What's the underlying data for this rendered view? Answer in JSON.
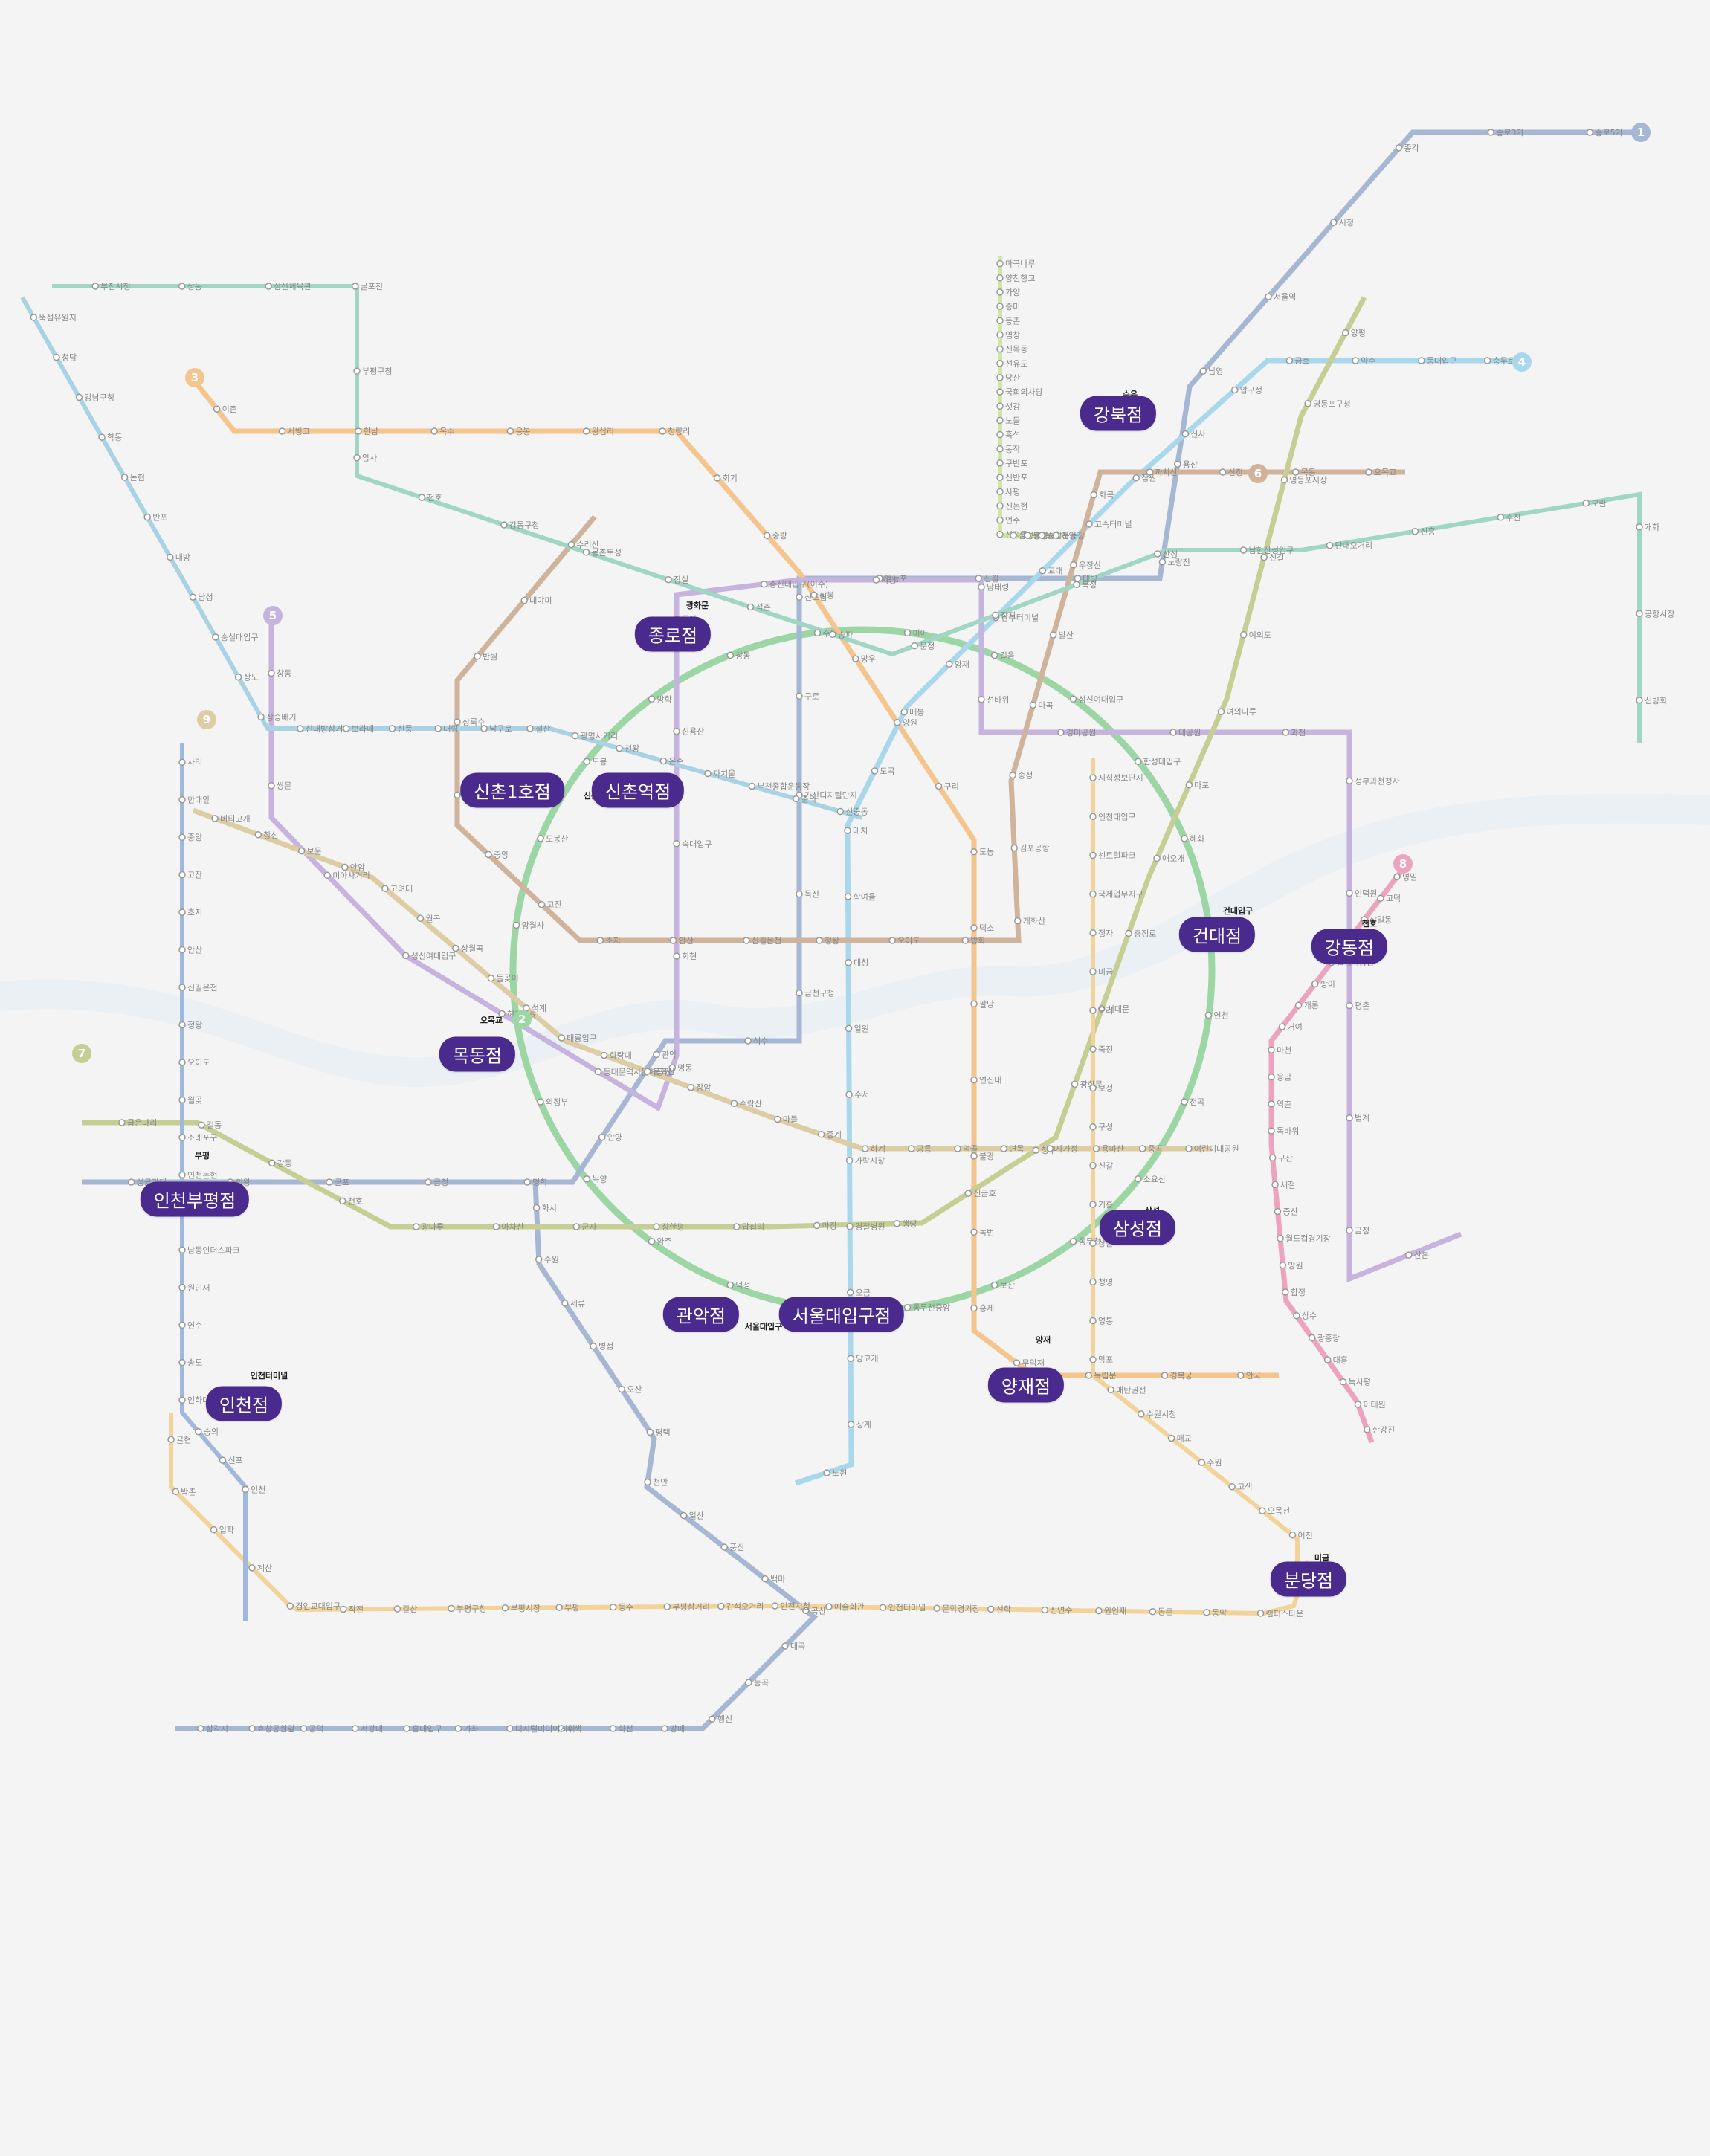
{
  "colors": {
    "line1": "#a6b7d3",
    "line2": "#9cd6a5",
    "line3": "#f5c58e",
    "line4": "#a9d8ec",
    "line5": "#c6b3de",
    "line6": "#cfb39b",
    "line7": "#c6ce93",
    "line8": "#eda3bf",
    "line9": "#dccda4",
    "airport": "#a9d3e4",
    "suin": "#f2d49a",
    "ui": "#cfe6a5",
    "gyeongui": "#9fd6c4",
    "branch_bg": "#4a2a8c",
    "background": "#f4f4f4"
  },
  "branches": [
    {
      "label": "강북점",
      "sub": "수유"
    },
    {
      "label": "종로점",
      "sub": "광화문"
    },
    {
      "label": "신촌1호점",
      "sub": ""
    },
    {
      "label": "신촌역점",
      "sub": "신촌"
    },
    {
      "label": "목동점",
      "sub": "오목교"
    },
    {
      "label": "건대점",
      "sub": "건대입구"
    },
    {
      "label": "강동점",
      "sub": "천호"
    },
    {
      "label": "인천부평점",
      "sub": "부평"
    },
    {
      "label": "삼성점",
      "sub": "삼성"
    },
    {
      "label": "관악점",
      "sub": ""
    },
    {
      "label": "서울대입구점",
      "sub": "서울대입구"
    },
    {
      "label": "양재점",
      "sub": "양재"
    },
    {
      "label": "인천점",
      "sub": "인천터미널"
    },
    {
      "label": "분당점",
      "sub": "미금"
    }
  ],
  "line_badges": [
    "1",
    "2",
    "3",
    "4",
    "5",
    "6",
    "7",
    "8",
    "9"
  ],
  "stations": [
    "연천",
    "전곡",
    "소요산",
    "동두천",
    "보산",
    "동두천중앙",
    "지행",
    "덕정",
    "양주",
    "녹양",
    "의정부",
    "회룡",
    "망월사",
    "도봉산",
    "도봉",
    "방학",
    "창동",
    "수유",
    "미아",
    "길음",
    "성신여대입구",
    "한성대입구",
    "혜화",
    "동대문",
    "종로5가",
    "종로3가",
    "종각",
    "시청",
    "서울역",
    "남영",
    "용산",
    "노량진",
    "대방",
    "신길",
    "영등포",
    "신도림",
    "구로",
    "가산디지털단지",
    "독산",
    "금천구청",
    "석수",
    "관악",
    "안양",
    "명학",
    "금정",
    "군포",
    "의왕",
    "성균관대",
    "화서",
    "수원",
    "세류",
    "병점",
    "오산",
    "평택",
    "천안",
    "일산",
    "풍산",
    "백마",
    "곡산",
    "대곡",
    "능곡",
    "행신",
    "강매",
    "화전",
    "수색",
    "디지털미디어시티",
    "가좌",
    "홍대입구",
    "서강대",
    "공덕",
    "효창공원앞",
    "삼각지",
    "이촌",
    "서빙고",
    "한남",
    "옥수",
    "응봉",
    "왕십리",
    "청량리",
    "회기",
    "중랑",
    "상봉",
    "망우",
    "양원",
    "구리",
    "도농",
    "덕소",
    "팔당",
    "연신내",
    "불광",
    "녹번",
    "홍제",
    "무악재",
    "독립문",
    "경복궁",
    "안국",
    "충무로",
    "동대입구",
    "약수",
    "금호",
    "압구정",
    "신사",
    "잠원",
    "고속터미널",
    "교대",
    "남부터미널",
    "양재",
    "매봉",
    "도곡",
    "대치",
    "학여울",
    "대청",
    "일원",
    "수서",
    "가락시장",
    "경찰병원",
    "오금",
    "당고개",
    "상계",
    "노원",
    "창동",
    "쌍문",
    "미아사거리",
    "성신여대입구",
    "혜화",
    "동대문역사문화공원",
    "명동",
    "회현",
    "숙대입구",
    "신용산",
    "동작",
    "총신대입구(이수)",
    "사당",
    "남태령",
    "선바위",
    "경마공원",
    "대공원",
    "과천",
    "정부과천청사",
    "인덕원",
    "평촌",
    "범계",
    "금정",
    "산본",
    "수리산",
    "대야미",
    "반월",
    "상록수",
    "한대앞",
    "중앙",
    "고잔",
    "초지",
    "안산",
    "신길온천",
    "정왕",
    "오이도",
    "방화",
    "개화산",
    "김포공항",
    "송정",
    "마곡",
    "발산",
    "우장산",
    "화곡",
    "까치산",
    "신정",
    "목동",
    "오목교",
    "양평",
    "영등포구청",
    "영등포시장",
    "신길",
    "여의도",
    "여의나루",
    "마포",
    "애오개",
    "충정로",
    "서대문",
    "광화문",
    "청구",
    "신금호",
    "행당",
    "마장",
    "답십리",
    "장한평",
    "군자",
    "아차산",
    "광나루",
    "천호",
    "강동",
    "길동",
    "굽은다리",
    "명일",
    "고덕",
    "상일동",
    "둔촌동",
    "올림픽공원",
    "방이",
    "개롱",
    "거여",
    "마천",
    "응암",
    "역촌",
    "독바위",
    "구산",
    "새절",
    "증산",
    "월드컵경기장",
    "망원",
    "합정",
    "상수",
    "광흥창",
    "대흥",
    "녹사평",
    "이태원",
    "한강진",
    "버티고개",
    "창신",
    "보문",
    "안암",
    "고려대",
    "월곡",
    "상월곡",
    "돌곶이",
    "석계",
    "태릉입구",
    "화랑대",
    "봉화산",
    "장암",
    "수락산",
    "마들",
    "중계",
    "하계",
    "공릉",
    "먹골",
    "면목",
    "사가정",
    "용마산",
    "중곡",
    "어린이대공원",
    "뚝섬유원지",
    "청담",
    "강남구청",
    "학동",
    "논현",
    "반포",
    "내방",
    "남성",
    "숭실대입구",
    "상도",
    "장승배기",
    "신대방삼거리",
    "보라매",
    "신풍",
    "대림",
    "남구로",
    "철산",
    "광명사거리",
    "천왕",
    "온수",
    "까치울",
    "부천종합운동장",
    "춘의",
    "신중동",
    "부천시청",
    "상동",
    "삼산체육관",
    "굴포천",
    "부평구청",
    "암사",
    "천호",
    "강동구청",
    "몽촌토성",
    "잠실",
    "석촌",
    "송파",
    "문정",
    "장지",
    "복정",
    "산성",
    "남한산성입구",
    "단대오거리",
    "신흥",
    "수진",
    "모란",
    "개화",
    "공항시장",
    "신방화",
    "마곡나루",
    "양천향교",
    "가양",
    "증미",
    "등촌",
    "염창",
    "신목동",
    "선유도",
    "당산",
    "국회의사당",
    "샛강",
    "노들",
    "흑석",
    "동작",
    "구반포",
    "신반포",
    "사평",
    "신논현",
    "언주",
    "선정릉",
    "삼성중앙",
    "봉은사",
    "종합운동장",
    "계양",
    "귤현",
    "박촌",
    "임학",
    "계산",
    "경인교대입구",
    "작전",
    "갈산",
    "부평구청",
    "부평시장",
    "부평",
    "동수",
    "부평삼거리",
    "간석오거리",
    "인천시청",
    "예술회관",
    "인천터미널",
    "문학경기장",
    "선학",
    "신연수",
    "원인재",
    "동춘",
    "동막",
    "캠퍼스타운",
    "테크노파크",
    "지식정보단지",
    "인천대입구",
    "센트럴파크",
    "국제업무지구",
    "정자",
    "미금",
    "오리",
    "죽전",
    "보정",
    "구성",
    "신갈",
    "기흥",
    "상갈",
    "청명",
    "영통",
    "망포",
    "매탄권선",
    "수원시청",
    "매교",
    "수원",
    "고색",
    "오목천",
    "어천",
    "야목",
    "사리",
    "한대앞",
    "중앙",
    "고잔",
    "초지",
    "안산",
    "신길온천",
    "정왕",
    "오이도",
    "월곶",
    "소래포구",
    "인천논현",
    "호구포",
    "남동인더스파크",
    "원인재",
    "연수",
    "송도",
    "인하대",
    "숭의",
    "신포",
    "인천"
  ]
}
